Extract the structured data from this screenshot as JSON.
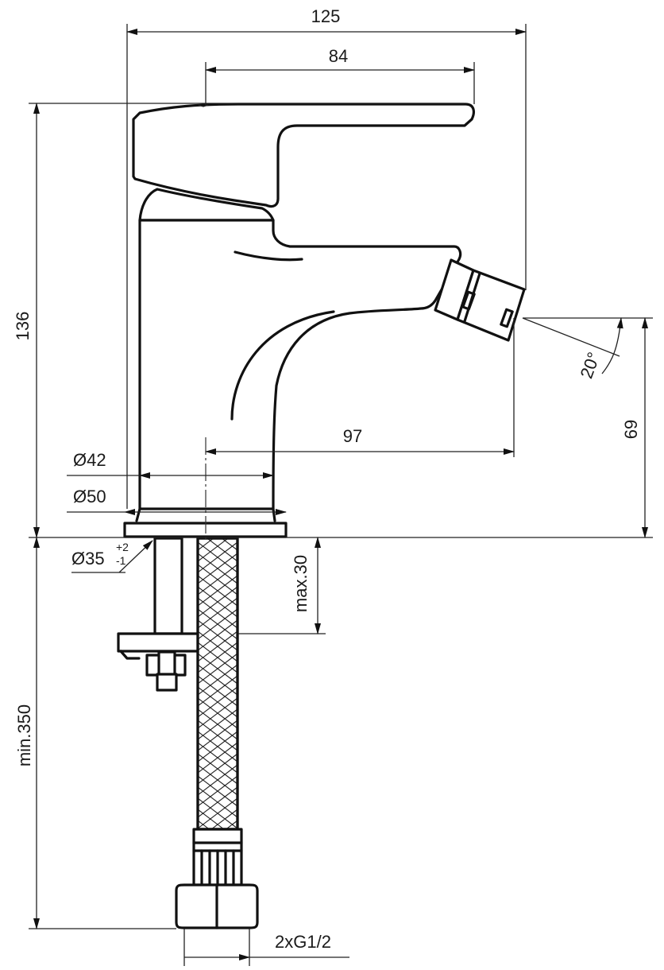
{
  "dimensions": {
    "overall_width": "125",
    "lever_length": "84",
    "overall_height": "136",
    "spout_projection": "97",
    "spout_height": "69",
    "aerator_angle": "20°",
    "body_diameter": "Ø42",
    "base_diameter": "Ø50",
    "hole_diameter": "Ø35",
    "hole_tolerance_upper": "+2",
    "hole_tolerance_lower": "-1",
    "max_deck_thickness": "max.30",
    "min_hose_length": "min.350",
    "connection_thread": "2xG1/2"
  }
}
